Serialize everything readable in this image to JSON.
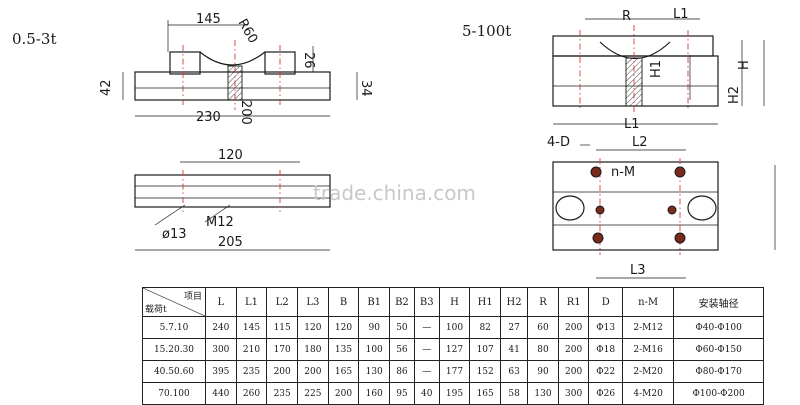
{
  "diagram": {
    "left_label": "0.5-3t",
    "right_label": "5-100t",
    "watermark": "trade.china.com",
    "top_left_dims": {
      "width_top": "145",
      "radius": "R60",
      "height_left": "42",
      "height_mid": "26",
      "height_right": "34",
      "width_bottom": "230",
      "inner": "200"
    },
    "plan_left_dims": {
      "spacing": "120",
      "thread": "M12",
      "hole_dia": "ø13",
      "length": "205"
    },
    "top_right_dims": {
      "radius": "R",
      "l1_top": "L1",
      "h1": "H1",
      "h": "H",
      "h2": "H2",
      "l1_bottom": "L1"
    },
    "plan_right_dims": {
      "holes": "4-D",
      "l2": "L2",
      "thread": "n-M",
      "l3": "L3"
    }
  },
  "table": {
    "corner_top": "项目",
    "corner_bottom": "载荷t",
    "headers": [
      "L",
      "L1",
      "L2",
      "L3",
      "B",
      "B1",
      "B2",
      "B3",
      "H",
      "H1",
      "H2",
      "R",
      "R1",
      "D",
      "n-M",
      "安装轴径"
    ],
    "rows": [
      {
        "load": "5.7.10",
        "cells": [
          "240",
          "145",
          "115",
          "120",
          "120",
          "90",
          "50",
          "—",
          "100",
          "82",
          "27",
          "60",
          "200",
          "Φ13",
          "2-M12",
          "Φ40-Φ100"
        ]
      },
      {
        "load": "15.20.30",
        "cells": [
          "300",
          "210",
          "170",
          "180",
          "135",
          "100",
          "56",
          "—",
          "127",
          "107",
          "41",
          "80",
          "200",
          "Φ18",
          "2-M16",
          "Φ60-Φ150"
        ]
      },
      {
        "load": "40.50.60",
        "cells": [
          "395",
          "235",
          "200",
          "200",
          "165",
          "130",
          "86",
          "—",
          "177",
          "152",
          "63",
          "90",
          "200",
          "Φ22",
          "2-M20",
          "Φ80-Φ170"
        ]
      },
      {
        "load": "70.100",
        "cells": [
          "440",
          "260",
          "235",
          "225",
          "200",
          "160",
          "95",
          "40",
          "195",
          "165",
          "58",
          "130",
          "300",
          "Φ26",
          "4-M20",
          "Φ100-Φ200"
        ]
      }
    ]
  }
}
